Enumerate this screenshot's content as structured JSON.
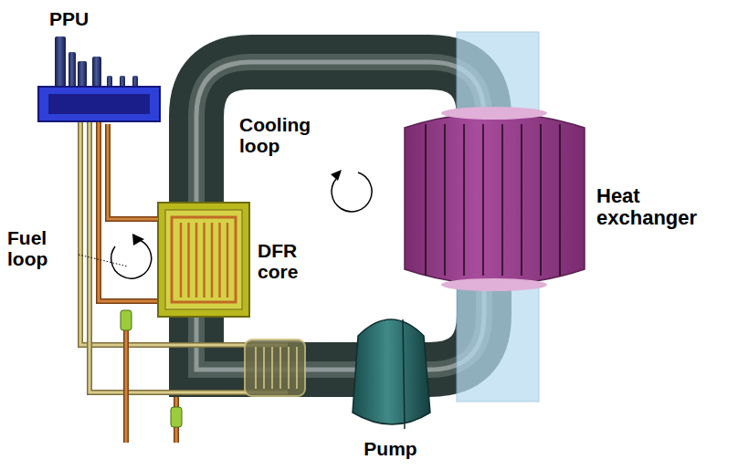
{
  "diagram": {
    "nodes": [
      {
        "text": [
          "PPU"
        ]
      },
      {
        "text": [
          "DFR core"
        ]
      },
      {
        "text": [
          "Heat exchanger"
        ]
      },
      {
        "text": [
          "Pump"
        ]
      }
    ],
    "edges": [
      {
        "from": 0,
        "to": 1,
        "arrow": "none"
      }
    ],
    "labels": [
      "Cooling loop",
      "Fuel loop"
    ]
  }
}
